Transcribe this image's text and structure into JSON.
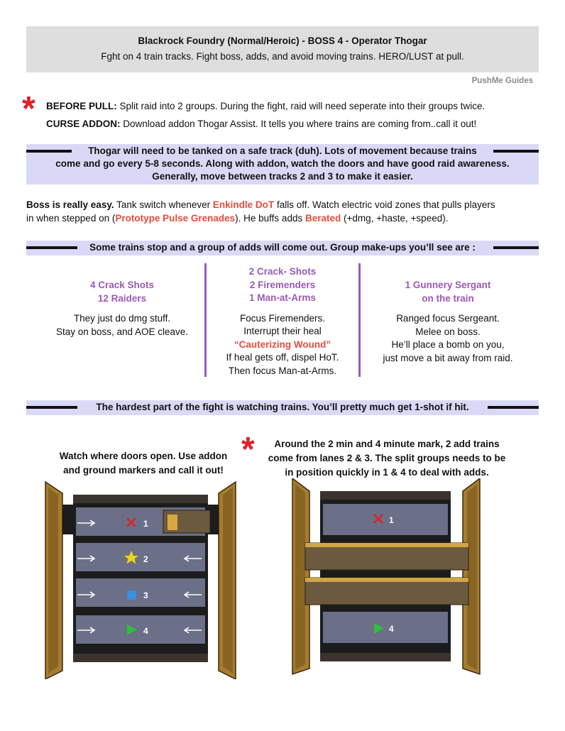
{
  "header": {
    "title": "Blackrock Foundry (Normal/Heroic) - BOSS 4 - Operator Thogar",
    "subtitle": "Fght on 4 train tracks. Fight boss, adds, and avoid moving trains. HERO/LUST at pull.",
    "credit": "PushMe Guides"
  },
  "before_pull": {
    "label": "BEFORE PULL:",
    "text": " Split raid into 2 groups. During the fight, raid will need seperate into their groups twice."
  },
  "curse_addon": {
    "label": "CURSE ADDON:",
    "text": " Download addon Thogar Assist. It tells you where trains are coming from..call it out!"
  },
  "tank_bar": {
    "line1": "Thogar will need to be tanked on a safe track (duh). Lots of movement because trains",
    "line2": "come and go every 5-8 seconds. Along with addon, watch the doors and have good raid awareness.",
    "line3": "Generally, move between tracks 2 and 3 to make it easier."
  },
  "boss_para": {
    "bold": "Boss is really easy.",
    "t1": " Tank switch whenever ",
    "enkindle": "Enkindle DoT",
    "t2": " falls off.  Watch electric void zones that pulls players",
    "t3": "in when stepped on (",
    "grenades": "Prototype Pulse Grenades",
    "t4": "). He buffs adds  ",
    "berated": "Berated",
    "t5": " (+dmg, +haste, +speed)."
  },
  "trains_bar": "Some trains stop and a group of adds will come out. Group make-ups you’ll see are :",
  "groups": [
    {
      "heading": [
        "4 Crack Shots",
        "12 Raiders"
      ],
      "body": [
        "They just do dmg stuff.",
        "Stay on boss, and AOE cleave."
      ]
    },
    {
      "heading": [
        "2 Crack- Shots",
        "2 Firemenders",
        "1 Man-at-Arms"
      ],
      "body": [
        "Focus Firemenders.",
        "Interrupt their heal",
        "“Cauterizing Wound”",
        "If heal gets off, dispel HoT.",
        "Then focus Man-at-Arms."
      ]
    },
    {
      "heading": [
        "1 Gunnery Sergant",
        "on the train"
      ],
      "body": [
        "Ranged focus Sergeant.",
        "Melee on boss.",
        "He’ll place a bomb on you,",
        "just move a bit away from raid."
      ]
    }
  ],
  "hardest_bar": "The hardest part of the fight is watching trains. You’ll pretty much get 1-shot if hit.",
  "left_caption": [
    "Watch where doors open. Use addon",
    "and ground markers and call it out!"
  ],
  "right_caption": [
    "Around the 2 min and 4 minute mark, 2 add trains",
    "come from lanes 2 & 3. The split groups needs to be",
    "in position quickly in 1 & 4 to deal with adds."
  ],
  "tracks": [
    "1",
    "2",
    "3",
    "4"
  ],
  "marker_icons": [
    "red-x-icon",
    "yellow-star-icon",
    "blue-square-icon",
    "green-triangle-icon"
  ],
  "colors": {
    "accent_red": "#e54d3c",
    "purple": "#9b59b6",
    "bar_bg": "#d9d9f7",
    "track": "#6b6f87",
    "door": "#a67c2e",
    "train": "#6b5a3e"
  }
}
